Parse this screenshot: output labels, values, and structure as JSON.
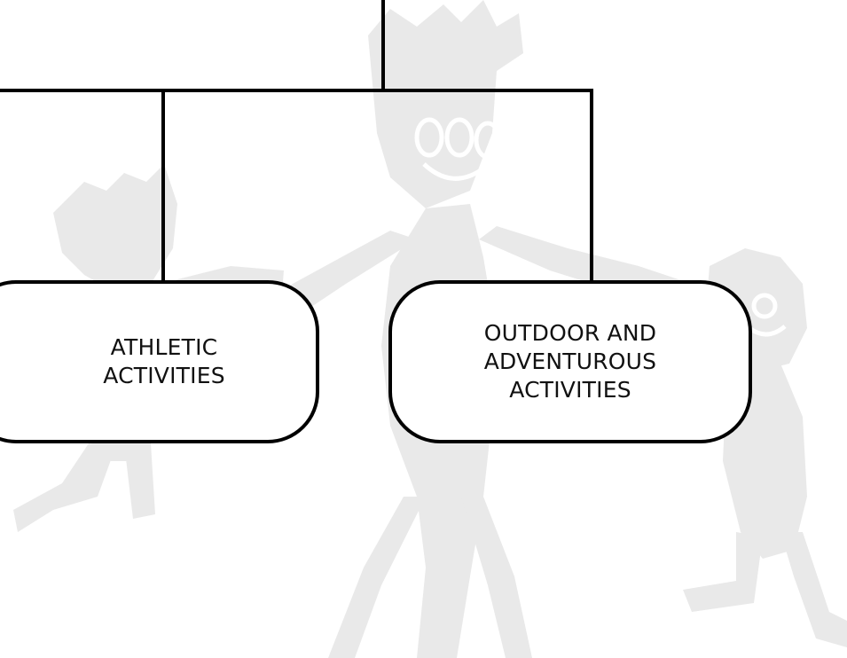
{
  "diagram": {
    "nodes": [
      {
        "id": "athletic",
        "label": "ATHLETIC\nACTIVITIES"
      },
      {
        "id": "outdoor",
        "label": "OUTDOOR AND\nADVENTUROUS\nACTIVITIES"
      }
    ],
    "edges": [
      {
        "from": "parent",
        "to": "athletic"
      },
      {
        "from": "parent",
        "to": "outdoor"
      }
    ]
  },
  "colors": {
    "line": "#000000",
    "node_border": "#000000",
    "text": "#111111",
    "watermark": "#e6e6e6",
    "background": "#ffffff"
  },
  "decoration": {
    "watermark": "stick-figure-children-drawing"
  }
}
